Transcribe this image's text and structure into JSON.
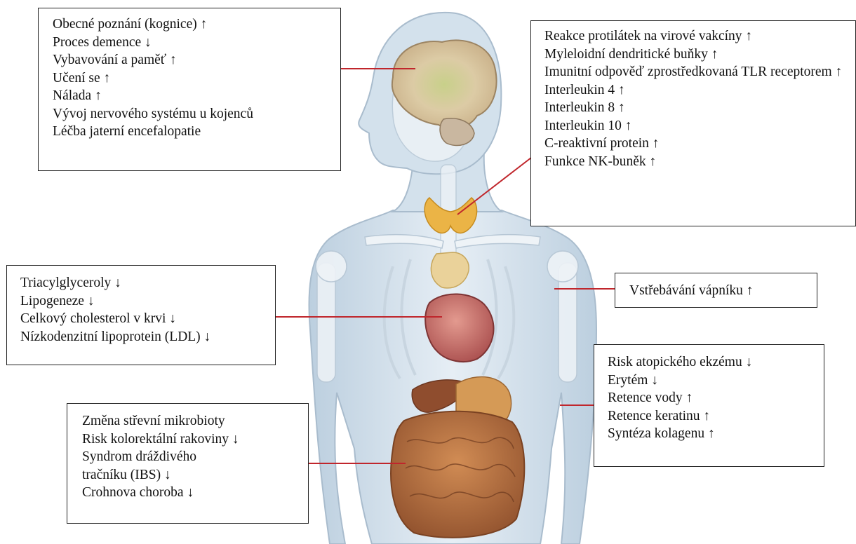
{
  "colors": {
    "connector": "#c0262c",
    "skin_silhouette": "#d3e1ec",
    "bone": "#eef3f7",
    "thyroid": "#ebb446",
    "heart": "#c4605e",
    "intestine": "#b86d3e",
    "brain": "#d9c9a2"
  },
  "boxes": {
    "brain": [
      "Obecné poznání (kognice) ↑",
      "Proces demence ↓",
      "Vybavování a paměť ↑",
      "Učení se ↑",
      "Nálada ↑",
      "Vývoj nervového systému u kojenců",
      "Léčba jaterní encefalopatie"
    ],
    "immune": [
      "Reakce protilátek na virové vakcíny ↑",
      "Myleloidní dendritické buňky ↑",
      "Imunitní odpověď zprostředkovaná TLR receptorem ↑",
      "Interleukin 4 ↑",
      "Interleukin 8 ↑",
      "Interleukin 10 ↑",
      "C-reaktivní protein ↑",
      "Funkce NK-buněk ↑"
    ],
    "heart": [
      "Triacylglyceroly ↓",
      "Lipogeneze ↓",
      "Celkový cholesterol v krvi ↓",
      "Nízkodenzitní lipoprotein (LDL) ↓"
    ],
    "bone": [
      "Vstřebávání vápníku ↑"
    ],
    "skin": [
      "Risk atopického ekzému ↓",
      "Erytém ↓",
      "Retence vody ↑",
      "Retence keratinu ↑",
      "Syntéza kolagenu ↑"
    ],
    "gut": [
      "Změna střevní mikrobioty",
      "Risk kolorektální rakoviny ↓",
      "Syndrom dráždivého",
      "tračníku (IBS) ↓",
      "Crohnova choroba ↓"
    ]
  }
}
